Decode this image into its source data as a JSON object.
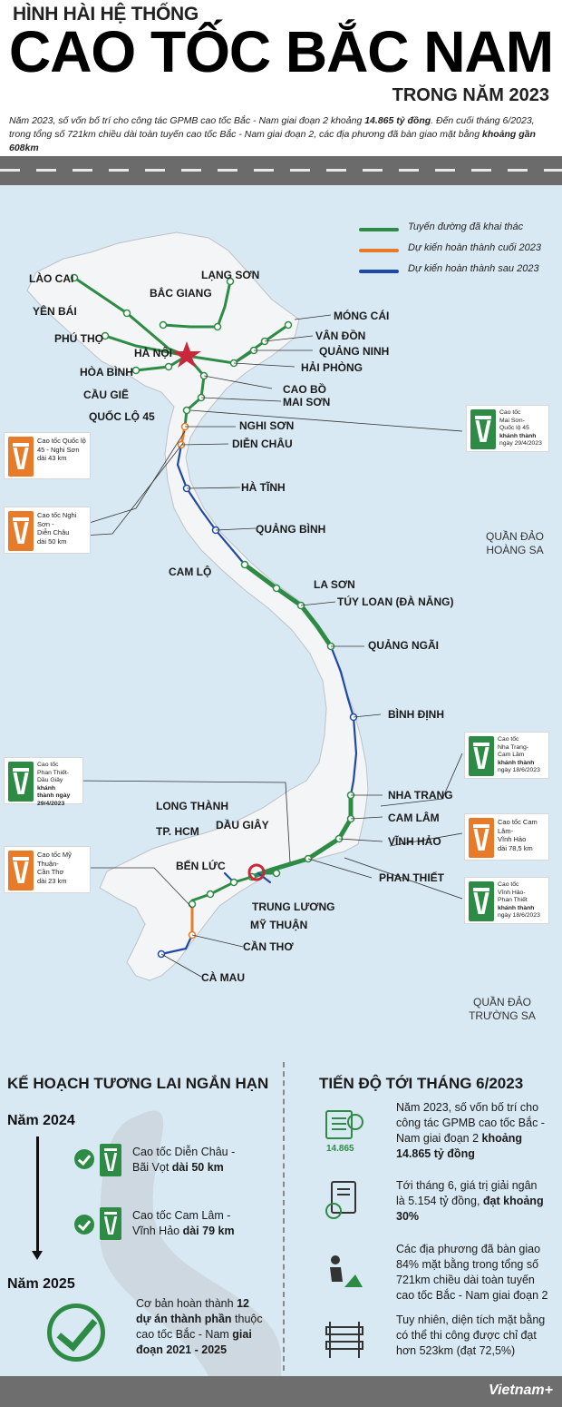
{
  "header": {
    "pre_title": "HÌNH HÀI HỆ THỐNG",
    "main_title": "CAO TỐC BẮC NAM",
    "sub_title": "TRONG NĂM 2023",
    "intro_1": "Năm 2023, số vốn bố trí cho công tác GPMB cao tốc Bắc - Nam giai đoạn 2 khoảng ",
    "intro_1b": "14.865 tỷ đồng",
    "intro_2": ". Đến cuối tháng 6/2023, trong tổng số 721km chiều dài toàn tuyến cao tốc Bắc - Nam giai đoạn 2, các địa phương đã bàn giao mặt bằng ",
    "intro_2b": "khoảng gần 608km"
  },
  "legend": [
    {
      "label": "Tuyến đường đã khai thác",
      "color": "#2e8b45"
    },
    {
      "label": "Dự kiến hoàn thành cuối 2023",
      "color": "#e77b2a"
    },
    {
      "label": "Dự kiến hoàn thành sau 2023",
      "color": "#1f49a8"
    }
  ],
  "places": {
    "lao_cai": "LÀO CAI",
    "yen_bai": "YÊN BÁI",
    "phu_tho": "PHÚ THỌ",
    "ha_noi": "HÀ NỘI",
    "hoa_binh": "HÒA BÌNH",
    "cau_gie": "CẦU GIẼ",
    "quoc_lo_45": "QUỐC LỘ 45",
    "lang_son": "LẠNG SƠN",
    "bac_giang": "BẮC GIANG",
    "mong_cai": "MÓNG CÁI",
    "van_don": "VÂN ĐỒN",
    "quang_ninh": "QUẢNG NINH",
    "hai_phong": "HẢI PHÒNG",
    "cao_bo": "CAO BỒ",
    "mai_son": "MAI SƠN",
    "nghi_son": "NGHI SƠN",
    "dien_chau": "DIỄN CHÂU",
    "ha_tinh": "HÀ TĨNH",
    "quang_binh": "QUẢNG BÌNH",
    "cam_lo": "CAM LỘ",
    "la_son": "LA SƠN",
    "tuy_loan": "TÚY LOAN (ĐÀ NẴNG)",
    "quang_ngai": "QUẢNG NGÃI",
    "binh_dinh": "BÌNH ĐỊNH",
    "nha_trang": "NHA TRANG",
    "cam_lam": "CAM LÂM",
    "vinh_hao": "VĨNH HẢO",
    "phan_thiet": "PHAN THIẾT",
    "long_thanh": "LONG THÀNH",
    "tp_hcm": "TP. HCM",
    "dau_giay": "DẦU GIÂY",
    "ben_luc": "BẾN LỨC",
    "trung_luong": "TRUNG LƯƠNG",
    "my_thuan": "MỸ THUẬN",
    "can_tho": "CẦN THƠ",
    "ca_mau": "CÀ MAU"
  },
  "islands": {
    "hoang_sa": "QUẦN ĐẢO\nHOÀNG SA",
    "truong_sa": "QUẦN ĐẢO\nTRƯỜNG SA"
  },
  "cards": {
    "ql45_nghison": {
      "line1": "Cao tốc Quốc lộ",
      "line2": "45 - Nghi Sơn",
      "line3": "dài 43 km"
    },
    "nghison_dienchau": {
      "line1": "Cao tốc Nghi Sơn -",
      "line2": "Diễn Châu",
      "line3": "dài 50 km"
    },
    "maison_ql45": {
      "line1": "Cao tốc",
      "line2": "Mai Sơn-",
      "line3": "Quốc lộ 45",
      "line4": "khánh thành",
      "line5": "ngày 29/4/2023"
    },
    "phanthiet_daugiay": {
      "line1": "Cao tốc",
      "line2": "Phan Thiết-",
      "line3": "Dầu Giây",
      "line3b": "khánh",
      "line4": "thành ngày",
      "line5": "29/4/2023"
    },
    "mythuan_cantho": {
      "line1": "Cao tốc Mỹ Thuận-",
      "line2": "Cần Thơ",
      "line3": "dài 23 km"
    },
    "nhatrang_camlam": {
      "line1": "Cao tốc",
      "line2": "Nha Trang-",
      "line3": "Cam Lâm",
      "line4": "khánh thành",
      "line5": "ngày 18/6/2023"
    },
    "camlam_vinhhao": {
      "line1": "Cao tốc Cam Lâm-",
      "line2": "Vĩnh Hảo",
      "line3": "dài 78,5 km"
    },
    "vinhhao_phanthiet": {
      "line1": "Cao tốc",
      "line2": "Vĩnh Hảo-",
      "line3": "Phan Thiết",
      "line4": "khánh thành",
      "line5": "ngày 18/6/2023"
    }
  },
  "plan": {
    "title": "KẾ HOẠCH TƯƠNG LAI NGẮN HẠN",
    "year1": "Năm 2024",
    "year2": "Năm 2025",
    "item1_a": "Cao tốc Diễn Châu -",
    "item1_b": "Bãi Vọt ",
    "item1_c": "dài 50 km",
    "item2_a": "Cao tốc Cam Lâm -",
    "item2_b": "Vĩnh Hảo ",
    "item2_c": "dài 79 km",
    "item3_a": "Cơ bản hoàn thành ",
    "item3_b": "12",
    "item3_c": "dự án thành phần",
    "item3_d": " thuộc",
    "item3_e": "cao tốc Bắc - Nam ",
    "item3_f": "giai",
    "item3_g": "đoạn 2021 - 2025"
  },
  "progress": {
    "title": "TIẾN ĐỘ TỚI THÁNG 6/2023",
    "icon1_label": "14.865",
    "p1_a": "Năm 2023, số vốn bố trí cho",
    "p1_b": "công tác GPMB cao tốc Bắc -",
    "p1_c": "Nam giai đoạn 2 ",
    "p1_d": "khoảng",
    "p1_e": "14.865 tỷ đồng",
    "p2_a": "Tới tháng 6, giá trị giải ngân",
    "p2_b": "là 5.154 tỷ đồng, ",
    "p2_c": "đạt khoảng",
    "p2_d": "30%",
    "p3_a": "Các địa phương đã bàn giao",
    "p3_b": "84% mặt bằng trong tổng số",
    "p3_c": "721km chiều dài toàn tuyến",
    "p3_d": "cao tốc Bắc - Nam giai đoạn 2",
    "p4_a": "Tuy nhiên, diện tích mặt bằng",
    "p4_b": "có thể thi công được chỉ đạt",
    "p4_c": "hơn 523km (đạt 72,5%)"
  },
  "footer": {
    "logo": "Vietnam+"
  },
  "colors": {
    "green": "#2e8b45",
    "orange": "#e77b2a",
    "blue": "#1f49a8",
    "star": "#c8283a"
  }
}
